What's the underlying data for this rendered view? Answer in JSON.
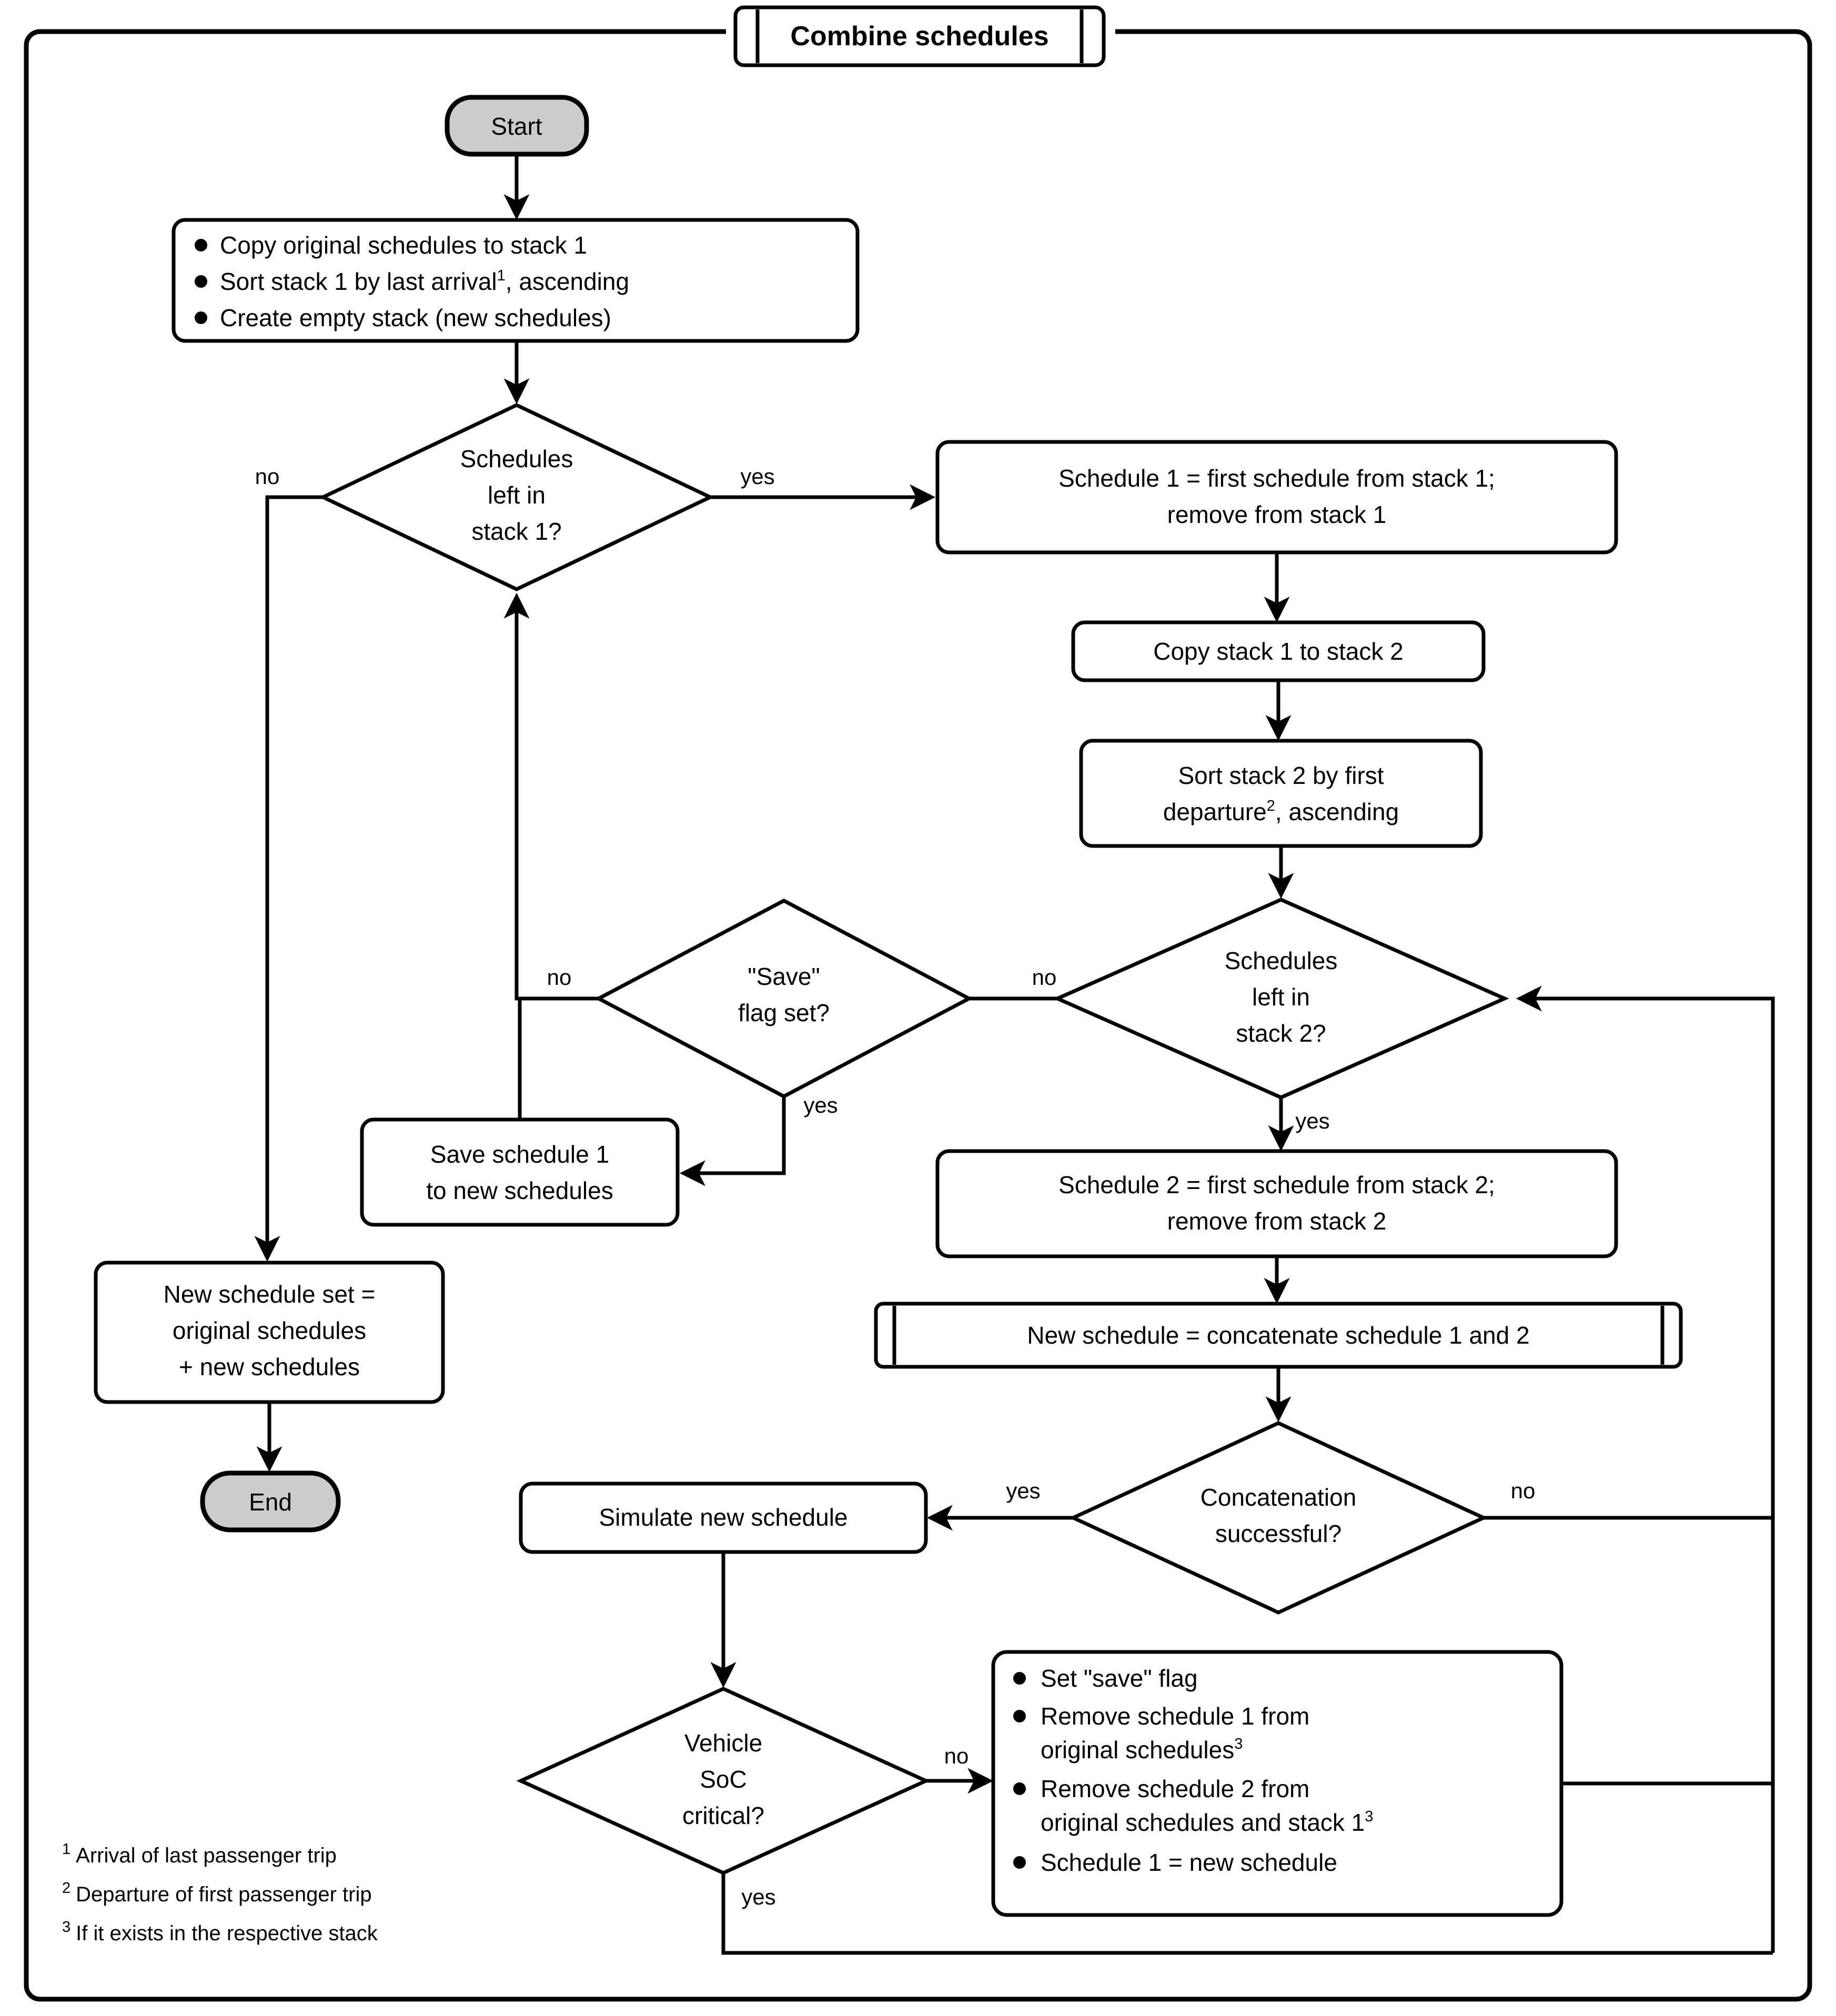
{
  "diagram": {
    "title": "Combine schedules",
    "type": "flowchart"
  },
  "nodes": {
    "start": {
      "label": "Start",
      "shape": "terminal"
    },
    "init": {
      "shape": "process-bullets",
      "bullets": [
        {
          "text": "Copy original schedules to stack 1"
        },
        {
          "text_before": "Sort stack 1 by last arrival",
          "sup": "1",
          "text_after": ", ascending"
        },
        {
          "text": "Create empty stack (new schedules)"
        }
      ]
    },
    "stack1_check": {
      "shape": "decision",
      "lines": [
        "Schedules",
        "left in",
        "stack 1?"
      ]
    },
    "take_sched1": {
      "shape": "process",
      "lines": [
        "Schedule 1 = first schedule from stack 1;",
        "remove from stack 1"
      ]
    },
    "copy_stack": {
      "shape": "process",
      "lines": [
        "Copy stack 1 to stack 2"
      ]
    },
    "sort_stack2": {
      "shape": "process",
      "line1_before": "Sort stack 2 by first",
      "line2_before": "departure",
      "line2_sup": "2",
      "line2_after": ", ascending"
    },
    "stack2_check": {
      "shape": "decision",
      "lines": [
        "Schedules",
        "left in",
        "stack 2?"
      ]
    },
    "save_flag_check": {
      "shape": "decision",
      "lines": [
        "\"Save\"",
        "flag set?"
      ]
    },
    "save_sched1": {
      "shape": "process",
      "lines": [
        "Save schedule 1",
        "to new schedules"
      ]
    },
    "take_sched2": {
      "shape": "process",
      "lines": [
        "Schedule 2 = first schedule from stack 2;",
        "remove from stack 2"
      ]
    },
    "concat": {
      "shape": "predefined-process",
      "lines": [
        "New schedule = concatenate schedule 1 and 2"
      ]
    },
    "concat_check": {
      "shape": "decision",
      "lines": [
        "Concatenation",
        "successful?"
      ]
    },
    "simulate": {
      "shape": "process",
      "lines": [
        "Simulate new schedule"
      ]
    },
    "soc_check": {
      "shape": "decision",
      "lines": [
        "Vehicle",
        "SoC",
        "critical?"
      ]
    },
    "update": {
      "shape": "process-bullets",
      "bullets": [
        {
          "text": "Set \"save\" flag"
        },
        {
          "line1": "Remove schedule 1 from",
          "line2_before": "original schedules",
          "line2_sup": "3"
        },
        {
          "line1": "Remove schedule 2 from",
          "line2_before": "original schedules and stack 1",
          "line2_sup": "3"
        },
        {
          "text": "Schedule 1 = new schedule"
        }
      ]
    },
    "new_set": {
      "shape": "process",
      "lines": [
        "New schedule set =",
        "original schedules",
        "+ new schedules"
      ]
    },
    "end": {
      "label": "End",
      "shape": "terminal"
    }
  },
  "edge_labels": {
    "stack1_no": "no",
    "stack1_yes": "yes",
    "stack2_no": "no",
    "stack2_yes": "yes",
    "saveflag_no": "no",
    "saveflag_yes": "yes",
    "concat_yes": "yes",
    "concat_no": "no",
    "soc_no": "no",
    "soc_yes": "yes"
  },
  "footnotes": [
    {
      "marker": "1",
      "text": "Arrival of last passenger trip"
    },
    {
      "marker": "2",
      "text": "Departure of first passenger trip"
    },
    {
      "marker": "3",
      "text": "If it exists in the respective stack"
    }
  ],
  "colors": {
    "terminal_fill": "#cccccc",
    "shape_fill": "#ffffff",
    "stroke": "#000000",
    "background": "#ffffff"
  }
}
